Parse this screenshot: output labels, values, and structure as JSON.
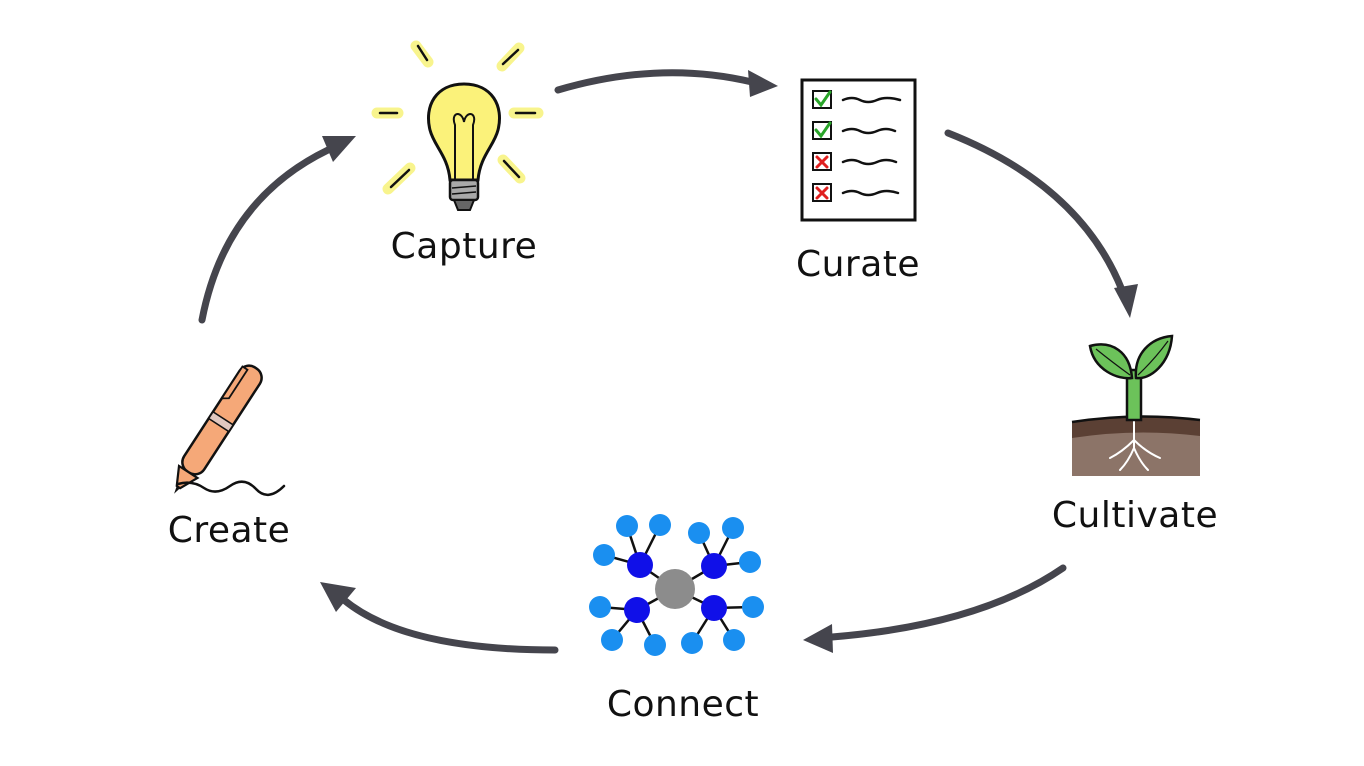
{
  "stages": [
    {
      "id": "capture",
      "label": "Capture",
      "icon": "lightbulb-icon"
    },
    {
      "id": "curate",
      "label": "Curate",
      "icon": "checklist-icon"
    },
    {
      "id": "cultivate",
      "label": "Cultivate",
      "icon": "sprout-icon"
    },
    {
      "id": "connect",
      "label": "Connect",
      "icon": "network-icon"
    },
    {
      "id": "create",
      "label": "Create",
      "icon": "pen-icon"
    }
  ],
  "colors": {
    "arrow": "#45454d",
    "bulb": "#fbf27a",
    "bulb_glow": "#f7f37a",
    "check": "#2aa52a",
    "cross": "#e02020",
    "leaf": "#6cc25a",
    "soil": "#8c7468",
    "pen": "#f5a878",
    "node_hub": "#8c8c8c",
    "node_inner": "#1010e8",
    "node_outer": "#1a8ff0"
  }
}
